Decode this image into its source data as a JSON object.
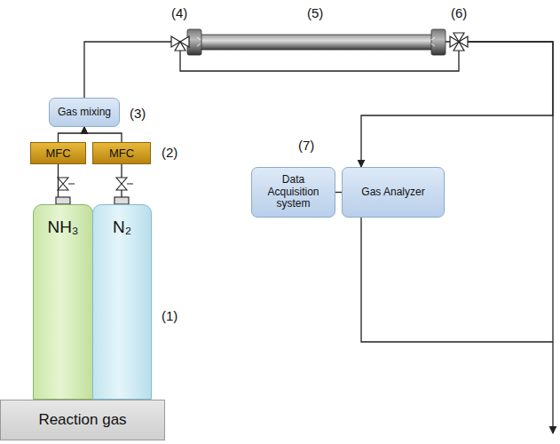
{
  "diagram": {
    "nodes": [
      {
        "text": [
          "Gas mixing"
        ]
      },
      {
        "text": [
          "MFC"
        ]
      },
      {
        "text": [
          "MFC"
        ]
      },
      {
        "text": [
          "Data Acquisition system"
        ]
      },
      {
        "text": [
          "Gas Analyzer"
        ]
      },
      {
        "text": [
          "NH₃"
        ]
      },
      {
        "text": [
          "N₂"
        ]
      },
      {
        "text": [
          "Reaction gas"
        ]
      }
    ],
    "edges": [
      {
        "from": 1,
        "to": 0,
        "arrow": "to"
      },
      {
        "from": 2,
        "to": 0,
        "arrow": "to"
      },
      {
        "from": 5,
        "to": 1,
        "arrow": "none"
      },
      {
        "from": 6,
        "to": 2,
        "arrow": "none"
      },
      {
        "from": 0,
        "to": 4,
        "arrow": "to"
      },
      {
        "from": 3,
        "to": 4,
        "arrow": "none"
      }
    ],
    "labels": [
      "(1)",
      "(2)",
      "(3)",
      "(4)",
      "(5)",
      "(6)",
      "(7)"
    ]
  }
}
